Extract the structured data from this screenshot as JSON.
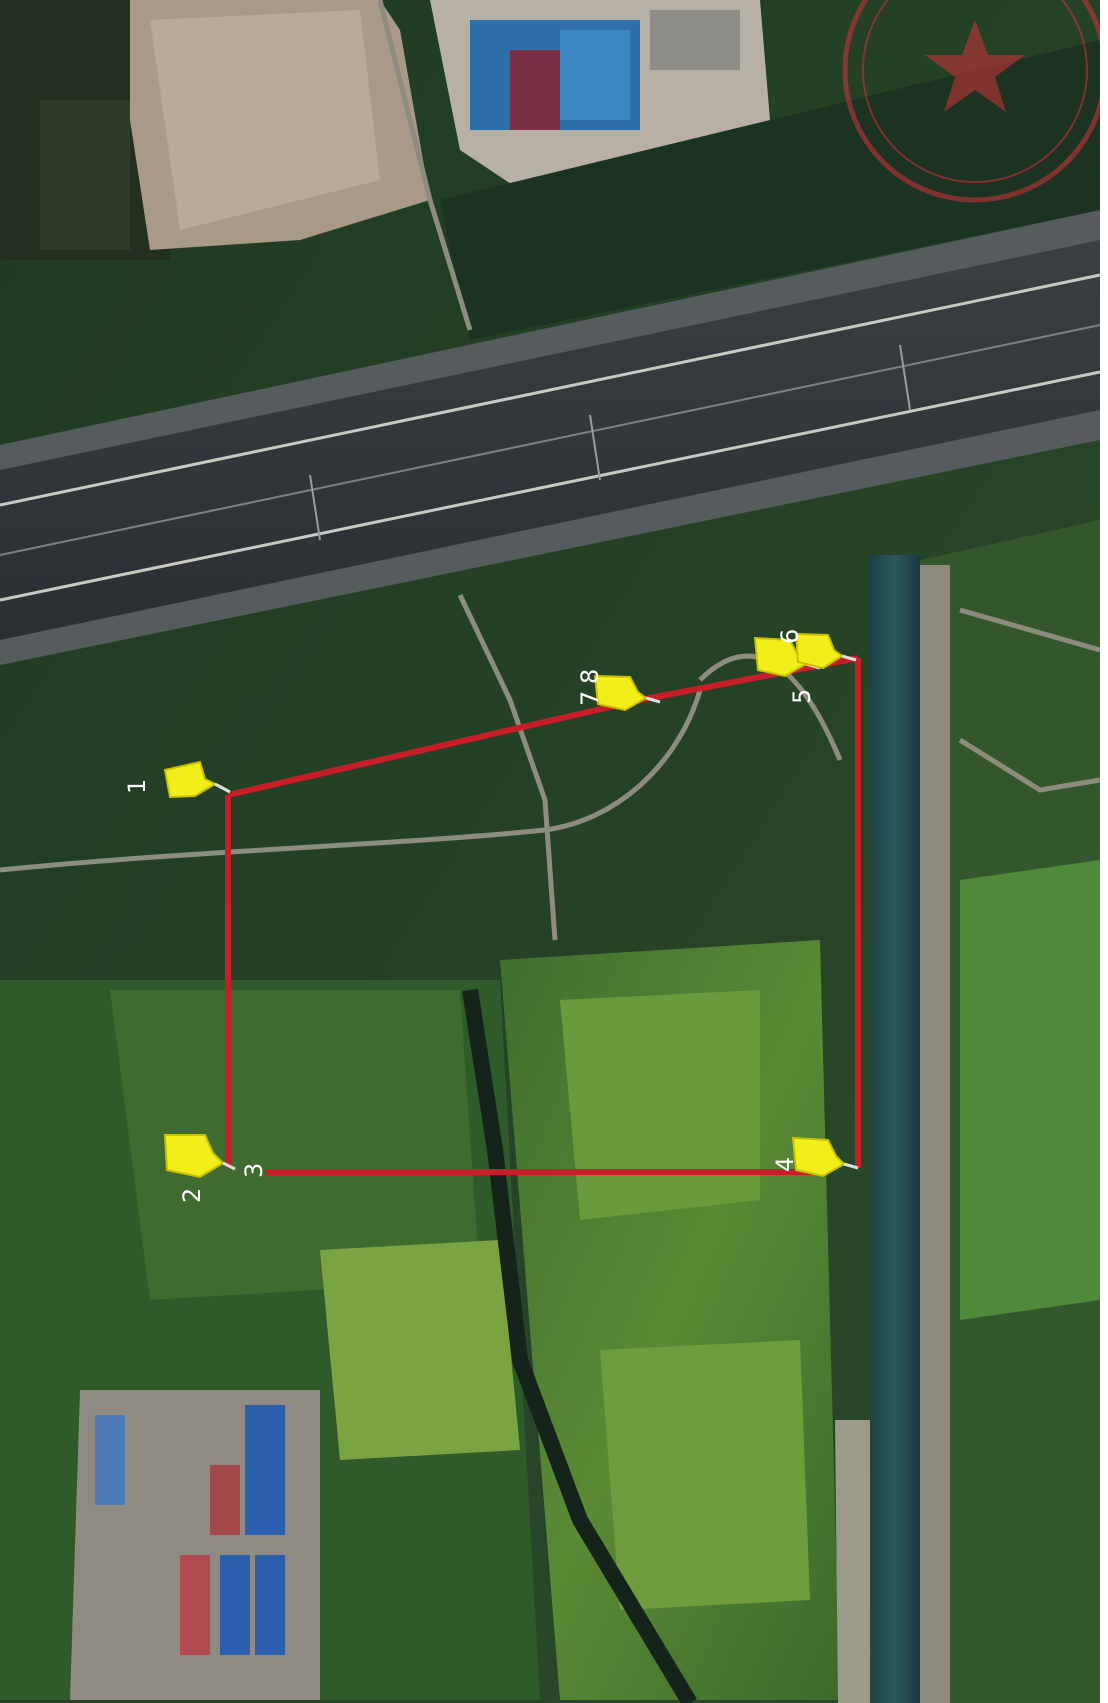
{
  "map": {
    "type": "satellite",
    "boundary_color": "#c81e2a",
    "pin_color": "#f2ee1a",
    "pins": [
      {
        "label": "1"
      },
      {
        "label": "2"
      },
      {
        "label": "3"
      },
      {
        "label": "4"
      },
      {
        "label": "5"
      },
      {
        "label": "6"
      },
      {
        "label": "7"
      },
      {
        "label": "8"
      }
    ]
  }
}
